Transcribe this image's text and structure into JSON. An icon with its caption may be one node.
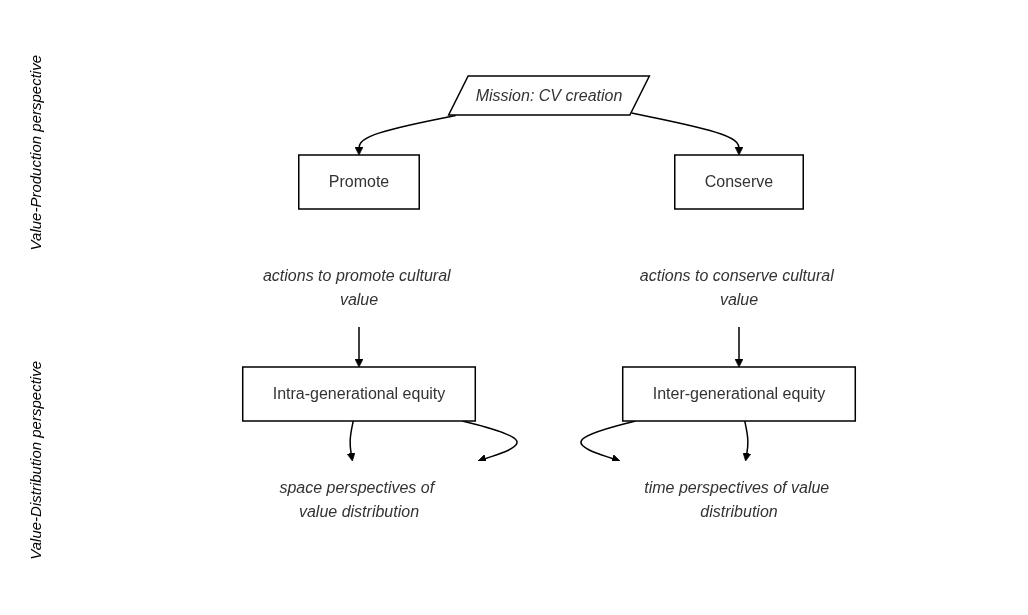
{
  "diagram": {
    "nodes": [
      {
        "text": [
          "Mission: CV creation"
        ]
      },
      {
        "text": [
          "Promote"
        ]
      },
      {
        "text": [
          "Conserve"
        ]
      },
      {
        "text": [
          "actions to promote cultural value"
        ]
      },
      {
        "text": [
          "actions to conserve cultural value"
        ]
      },
      {
        "text": [
          "Intra-generational equity"
        ]
      },
      {
        "text": [
          "Inter-generational equity"
        ]
      },
      {
        "text": [
          "space perspectives of value distribution"
        ]
      },
      {
        "text": [
          "time perspectives of value distribution"
        ]
      }
    ],
    "edges": [
      {
        "from": 0,
        "to": 1,
        "arrow": "to"
      },
      {
        "from": 0,
        "to": 2,
        "arrow": "to"
      },
      {
        "from": 3,
        "to": 5,
        "arrow": "to"
      },
      {
        "from": 4,
        "to": 6,
        "arrow": "to"
      },
      {
        "from": 5,
        "to": 7,
        "arrow": "to"
      },
      {
        "from": 5,
        "to": 7,
        "arrow": "to"
      },
      {
        "from": 6,
        "to": 8,
        "arrow": "to"
      },
      {
        "from": 6,
        "to": 8,
        "arrow": "to"
      }
    ],
    "labels": [
      "Value-Production perspective",
      "Value-Distribution perspective"
    ]
  }
}
